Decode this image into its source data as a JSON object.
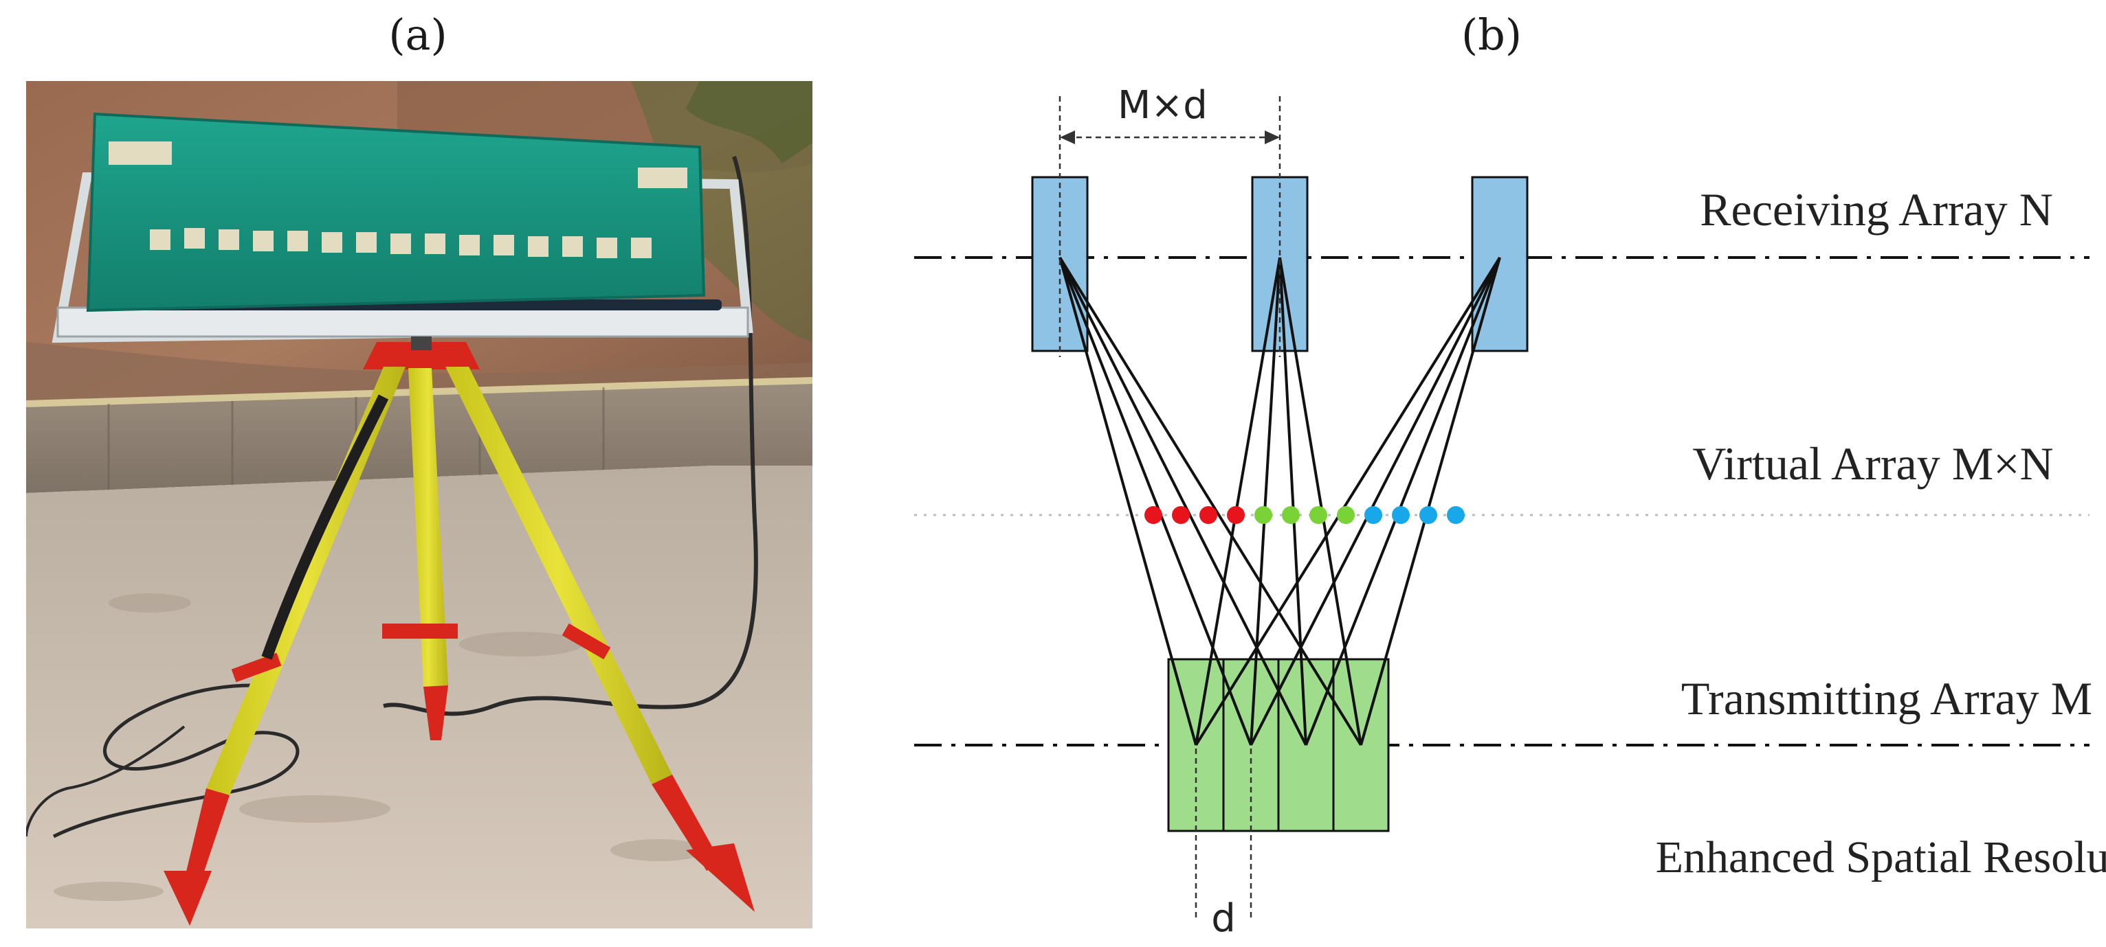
{
  "panel_a": {
    "label": "(a)"
  },
  "panel_b": {
    "label": "(b)",
    "spacing_top_label": "M×d",
    "receiving_label": "Receiving Array N",
    "virtual_label": "Virtual Array M×N",
    "transmitting_label": "Transmitting Array M",
    "enhanced_label": "Enhanced Spatial Resolution",
    "spacing_bottom_label": "d"
  },
  "colors": {
    "receiver_fill": "#8fc3e6",
    "transmitter_fill": "#9fdc8b",
    "virtual_red": "#e8141c",
    "virtual_green": "#7ad336",
    "virtual_blue": "#18a8ea"
  },
  "icons": [
    "radar-photo",
    "tripod"
  ]
}
